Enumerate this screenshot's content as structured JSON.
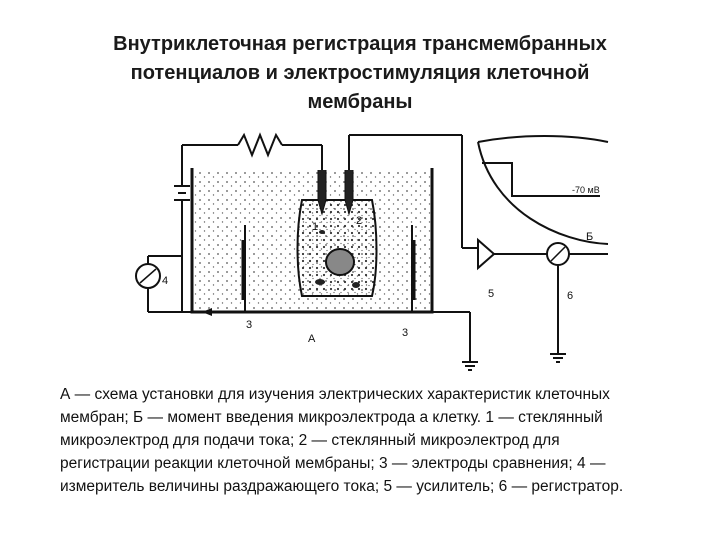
{
  "title": {
    "lines": [
      "Внутриклеточная регистрация трансмембранных",
      "потенциалов и электростимуляция клеточной",
      "мембраны"
    ]
  },
  "diagram": {
    "label_a": "А",
    "label_b": "Б",
    "label_1": "1",
    "label_2": "2",
    "label_3_left": "3",
    "label_3_right": "3",
    "label_4": "4",
    "label_5": "5",
    "label_6": "6",
    "voltage_label": "-70 мВ"
  },
  "caption": {
    "lines": [
      "А — схема установки для изучения электрических характеристик клеточных",
      "мембран; Б — момент введения микроэлектрода а клетку. 1 — стеклянный",
      "микроэлектрод для подачи тока; 2 — стеклянный микроэлектрод для",
      "регистрации реакции клеточной мембраны; 3 — электроды сравнения; 4 —",
      "измеритель величины раздражающего тока; 5 — усилитель; 6 — регистратор."
    ]
  }
}
